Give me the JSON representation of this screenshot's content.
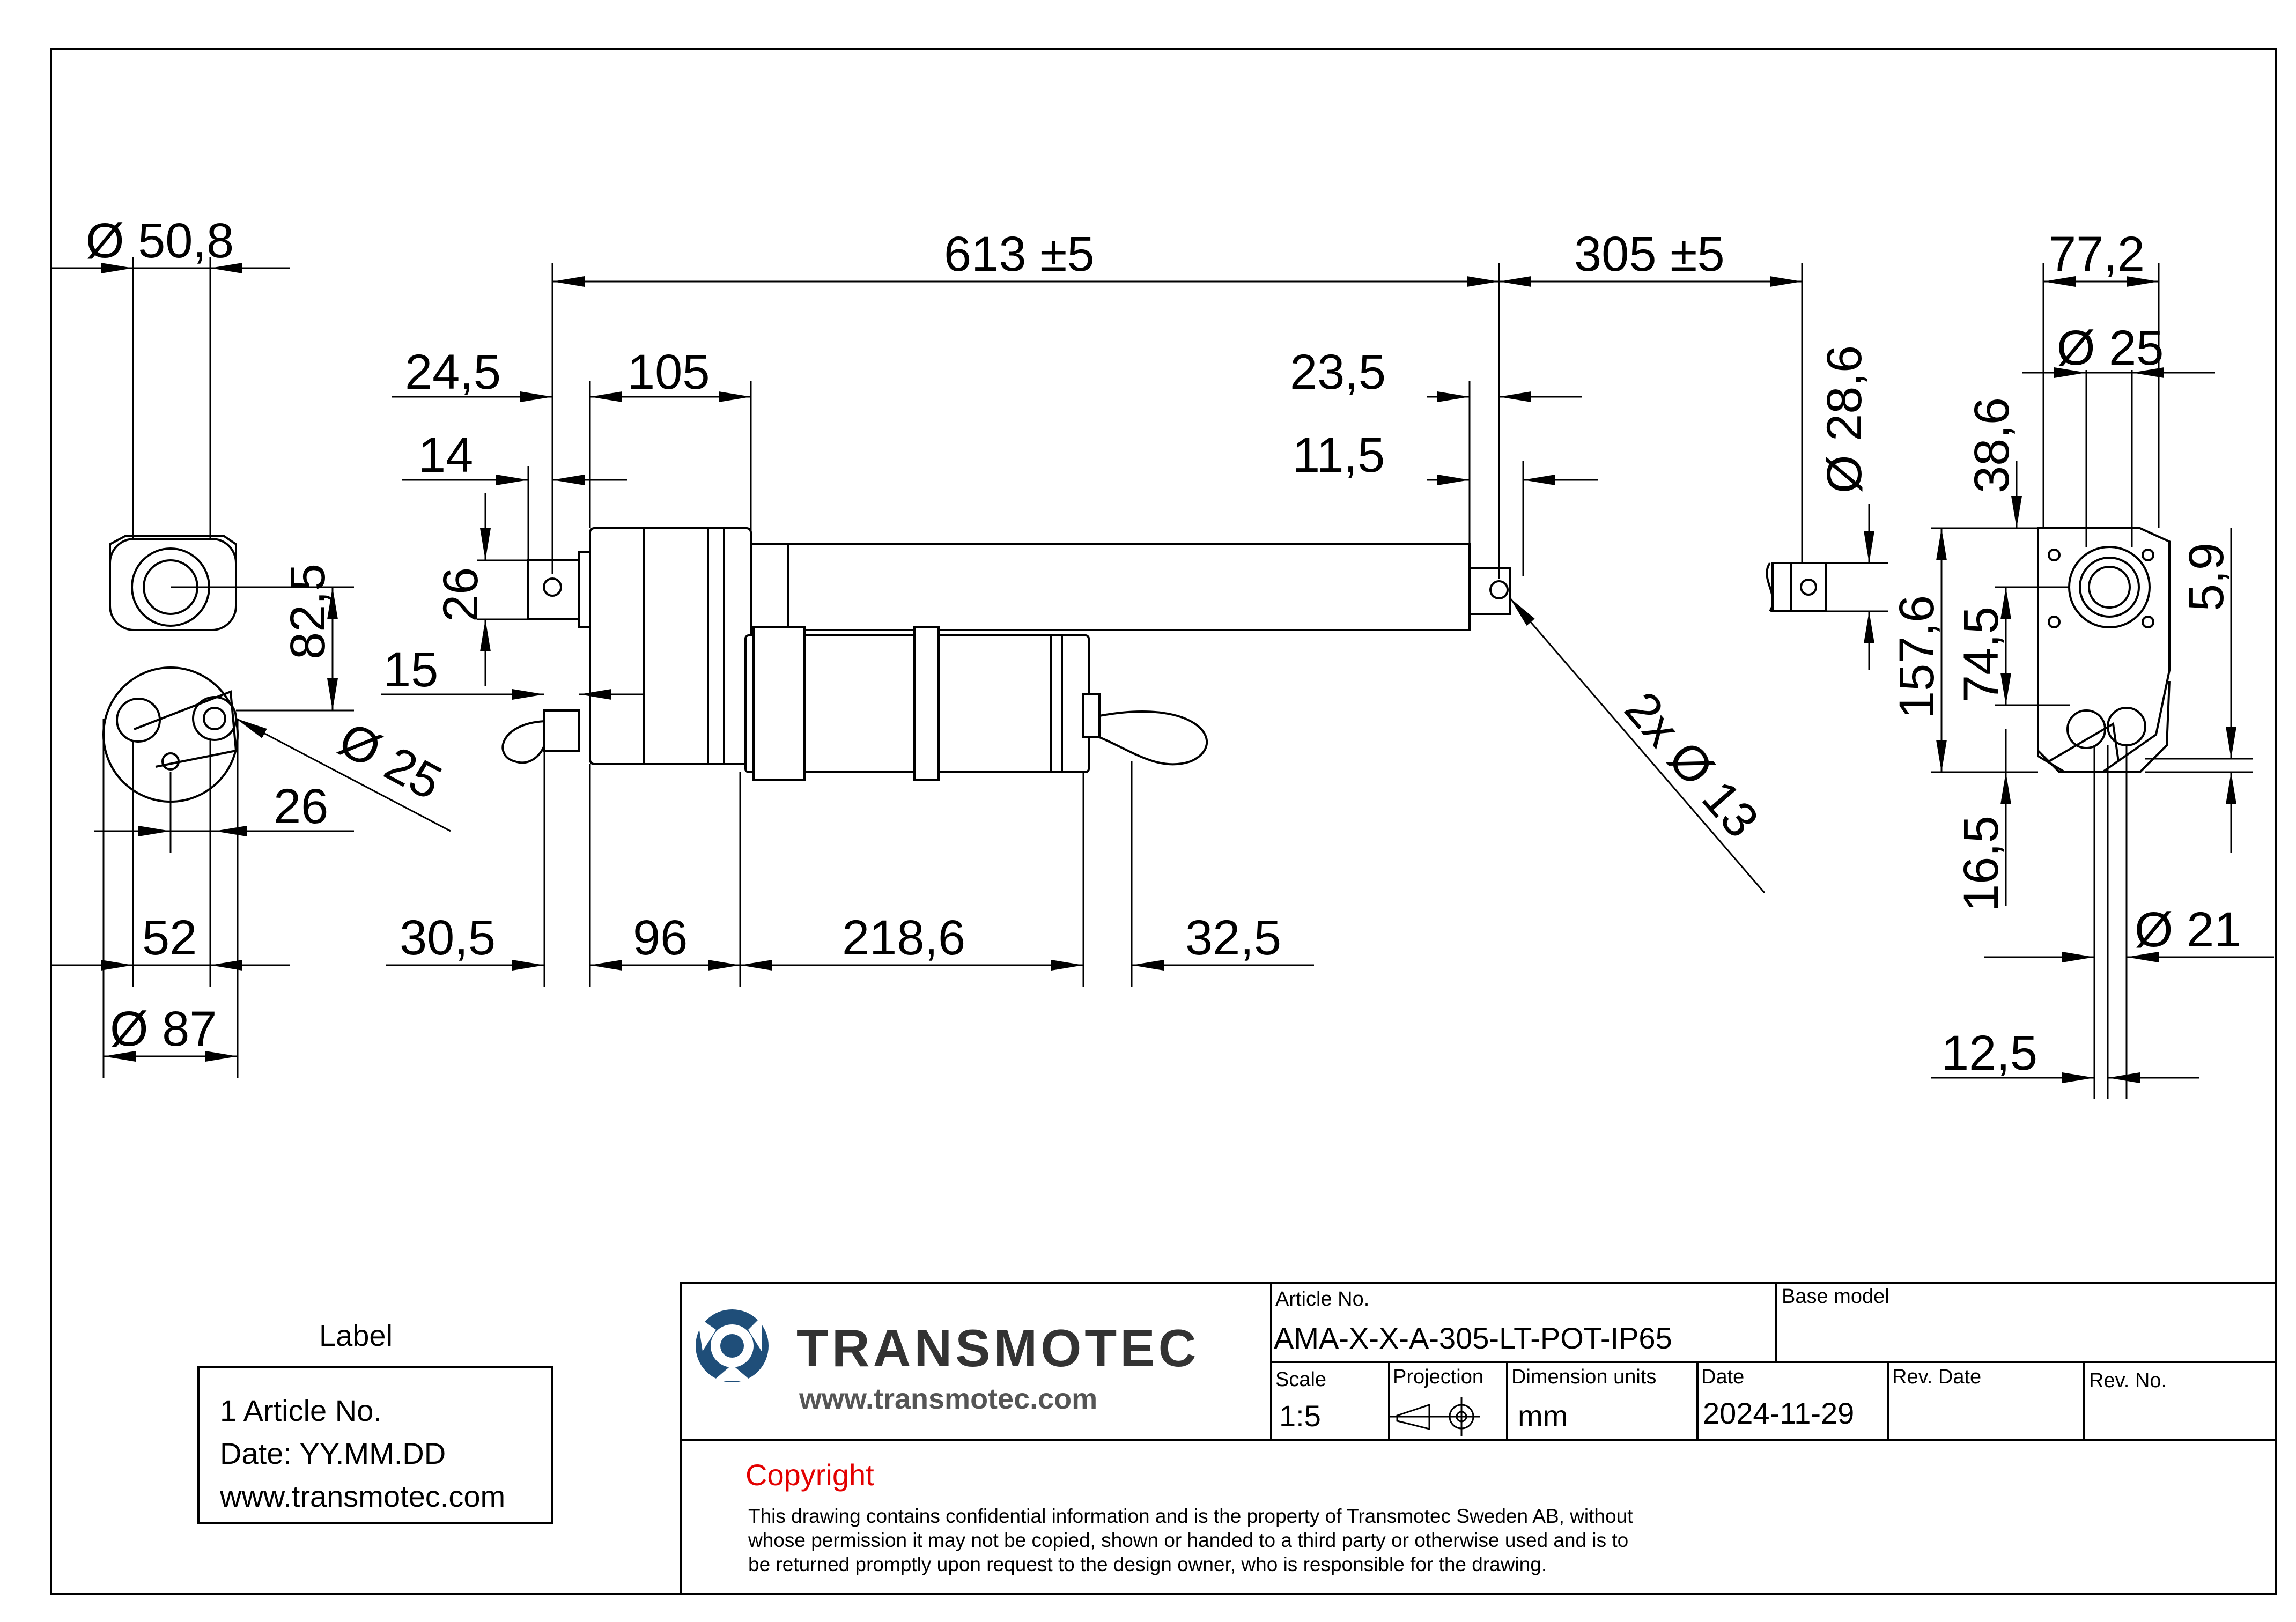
{
  "dimensions": {
    "d_50_8": "Ø 50,8",
    "d_613": "613 ±5",
    "d_305": "305 ±5",
    "d_77_2": "77,2",
    "d_24_5": "24,5",
    "d_105": "105",
    "d_23_5": "23,5",
    "d_phi25_top": "Ø 25",
    "d_28_6": "Ø 28,6",
    "d_38_6": "38,6",
    "d_14": "14",
    "d_11_5": "11,5",
    "d_26_left": "26",
    "d_82_5": "82,5",
    "d_15": "15",
    "d_phi25_left": "Ø 25",
    "d_26_bottom": "26",
    "d_2x13": "2x Ø 13",
    "d_157_6": "157,6",
    "d_74_5": "74,5",
    "d_5_9": "5,9",
    "d_16_5": "16,5",
    "d_52": "52",
    "d_30_5": "30,5",
    "d_96": "96",
    "d_218_6": "218,6",
    "d_32_5": "32,5",
    "d_phi21": "Ø 21",
    "d_87": "Ø 87",
    "d_12_5": "12,5"
  },
  "label_box": {
    "title": "Label",
    "line1": "1 Article No.",
    "line2": "Date: YY.MM.DD",
    "line3": "www.transmotec.com"
  },
  "title_block": {
    "brand": "TRANSMOTEC",
    "url": "www.transmotec.com",
    "article_no_label": "Article No.",
    "article_no": "AMA-X-X-A-305-LT-POT-IP65",
    "base_model_label": "Base model",
    "scale_label": "Scale",
    "scale": "1:5",
    "projection_label": "Projection",
    "units_label": "Dimension units",
    "units": "mm",
    "date_label": "Date",
    "date": "2024-11-29",
    "rev_date_label": "Rev. Date",
    "rev_no_label": "Rev. No.",
    "copyright_title": "Copyright",
    "copyright_1": "This drawing contains confidential information and is the property of Transmotec Sweden AB, without",
    "copyright_2": "whose permission it may not be copied, shown or handed to a third party or otherwise used and is to",
    "copyright_3": "be returned promptly upon request to the design owner, who is responsible for the drawing."
  },
  "colors": {
    "brand_blue": "#1f4e79",
    "copyright_red": "#e30000"
  }
}
